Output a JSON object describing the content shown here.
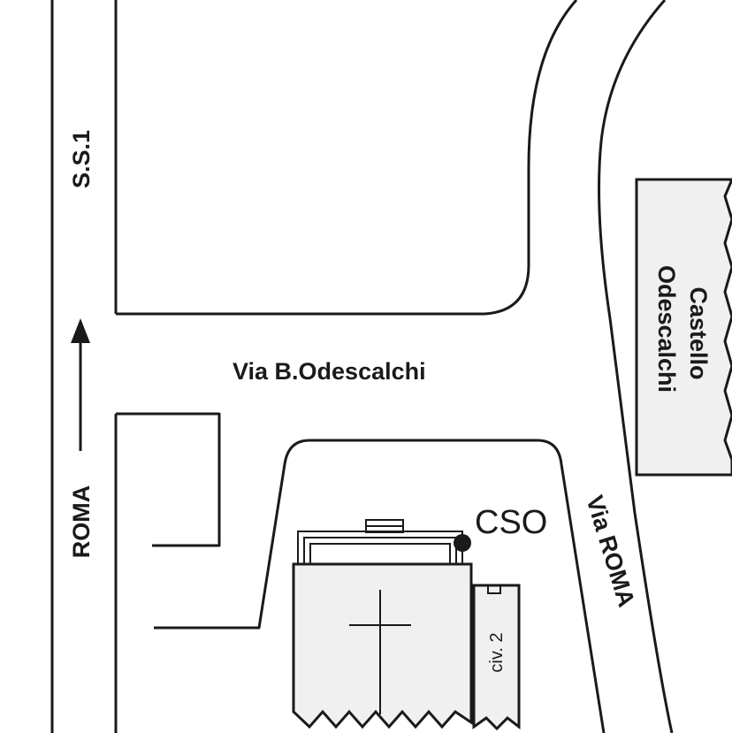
{
  "labels": {
    "ss1": "S.S.1",
    "roma_left": "ROMA",
    "via_odescalchi": "Via B.Odescalchi",
    "via_roma": "Via ROMA",
    "castello_line1": "Castello",
    "castello_line2": "Odescalchi",
    "cso": "CSO",
    "civ": "civ. 2"
  },
  "icons": {
    "direction": "arrow-up-icon",
    "church": "cross-icon",
    "marker": "location-dot-icon"
  },
  "colors": {
    "ink": "#1a1a1a",
    "building_fill": "#f0f0f0",
    "background": "#ffffff"
  }
}
